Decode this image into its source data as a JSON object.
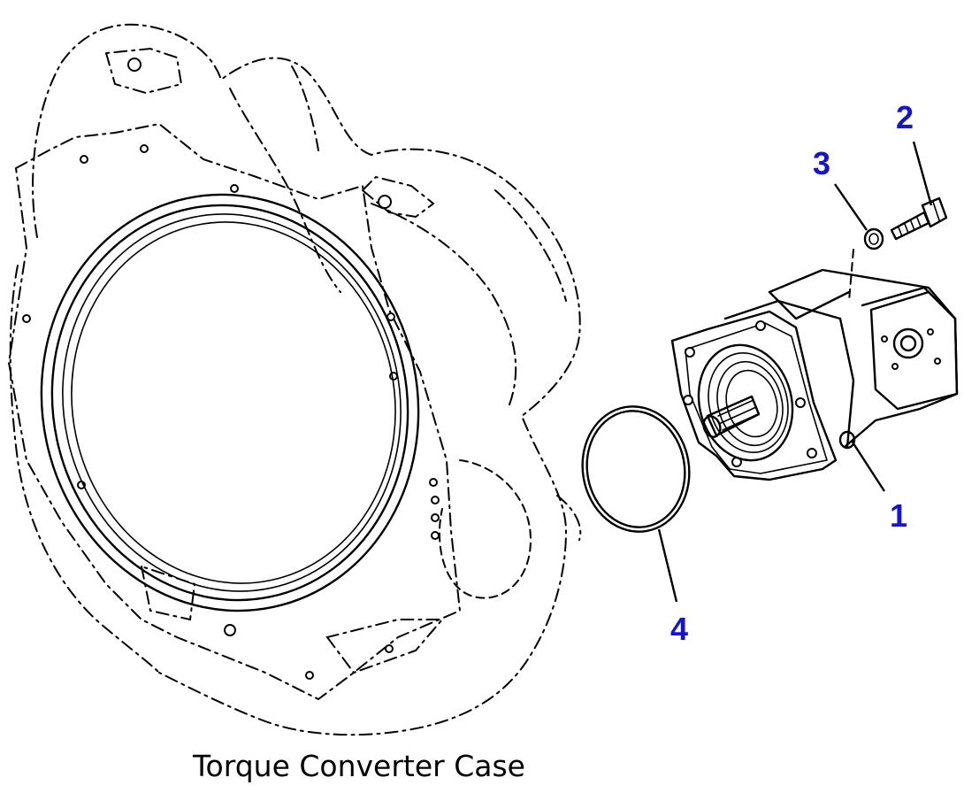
{
  "caption": "Torque Converter Case",
  "callout_color": "#1515d0",
  "callouts": [
    {
      "id": "1",
      "label": "1"
    },
    {
      "id": "2",
      "label": "2"
    },
    {
      "id": "3",
      "label": "3"
    },
    {
      "id": "4",
      "label": "4"
    }
  ]
}
